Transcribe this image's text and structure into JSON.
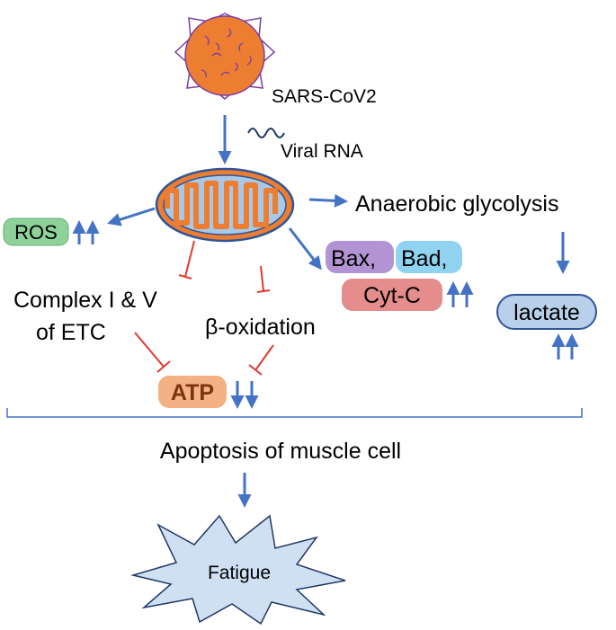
{
  "labels": {
    "virus": "SARS-CoV2",
    "viral_rna": "Viral RNA",
    "anaerobic": "Anaerobic glycolysis",
    "ros": "ROS",
    "bax": "Bax,",
    "bad": "Bad,",
    "cytc": "Cyt-C",
    "lactate": "lactate",
    "complex_line1": "Complex I & V",
    "complex_line2": "of ETC",
    "beta_oxidation": "β-oxidation",
    "atp": "ATP",
    "apoptosis": "Apoptosis of muscle cell",
    "fatigue": "Fatigue"
  },
  "colors": {
    "arrow_blue": "#4472c4",
    "inhibit_red": "#e03a2f",
    "virus_fill": "#ed7d31",
    "virus_outline": "#7a3fa0",
    "mito_outer": "#ed7d31",
    "mito_inner": "#a9c8e8",
    "ros_fill": "#8ed29a",
    "bax_fill": "#b294d4",
    "bad_fill": "#8fd3f0",
    "cytc_fill": "#e58c8c",
    "lactate_fill": "#b8d0ea",
    "atp_fill": "#f4b183",
    "atp_text": "#7a3410",
    "fatigue_fill": "#cfe0f3"
  },
  "icons": [
    "virus-icon",
    "mitochondrion-icon",
    "rna-strand-icon",
    "fatigue-starburst-icon",
    "up-arrows-icon",
    "down-arrows-icon"
  ]
}
